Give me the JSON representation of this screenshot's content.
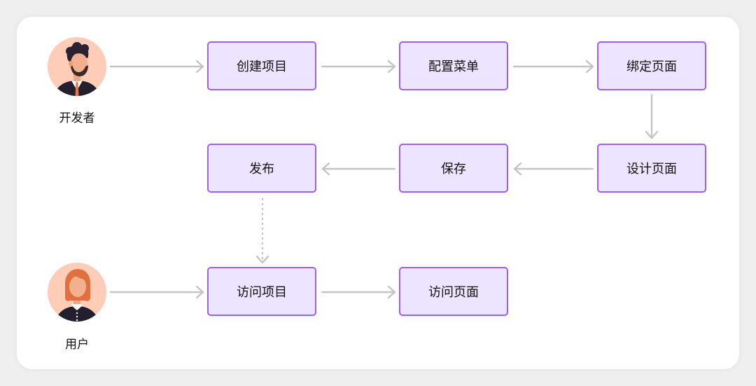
{
  "actors": {
    "developer": {
      "label": "开发者",
      "icon": "developer-avatar-icon"
    },
    "user": {
      "label": "用户",
      "icon": "user-avatar-icon"
    }
  },
  "steps": {
    "create_project": "创建项目",
    "config_menu": "配置菜单",
    "bind_page": "绑定页面",
    "design_page": "设计页面",
    "save": "保存",
    "publish": "发布",
    "visit_project": "访问项目",
    "visit_page": "访问页面"
  },
  "colors": {
    "node_fill": "#ede4ff",
    "node_border": "#9b61ea",
    "connector": "#c4c4c4",
    "avatar_bg": "#ffcdb7"
  }
}
